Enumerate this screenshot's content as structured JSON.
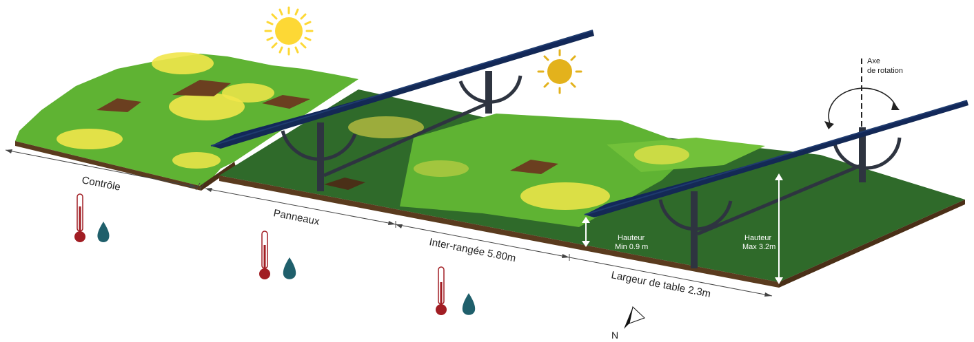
{
  "labels": {
    "control": "Contrôle",
    "panels": "Panneaux",
    "inter_row": "Inter-rangée 5.80m",
    "table_width": "Largeur de table 2.3m",
    "height_min_title": "Hauteur",
    "height_min_value": "Min 0.9 m",
    "height_max_title": "Hauteur",
    "height_max_value": "Max 3.2m",
    "axis_line1": "Axe",
    "axis_line2": "de rotation",
    "north": "N"
  },
  "colors": {
    "grass_light": "#5fb333",
    "grass_bright": "#72c13a",
    "grass_shaded": "#2f6a2a",
    "grass_dark": "#255a23",
    "soil": "#5a3b1e",
    "dry_grass": "#f1e64a",
    "panel": "#0f2348",
    "panel_edge": "#1f3b6e",
    "structure": "#2e3440",
    "sun_bright": "#fdd835",
    "sun_muted": "#e3b21c",
    "thermometer": "#a11d23",
    "water_drop": "#1f5f6b"
  },
  "icons": [
    "sun-icon",
    "thermometer-icon",
    "water-drop-icon",
    "north-arrow-icon",
    "rotation-arrow-icon"
  ]
}
